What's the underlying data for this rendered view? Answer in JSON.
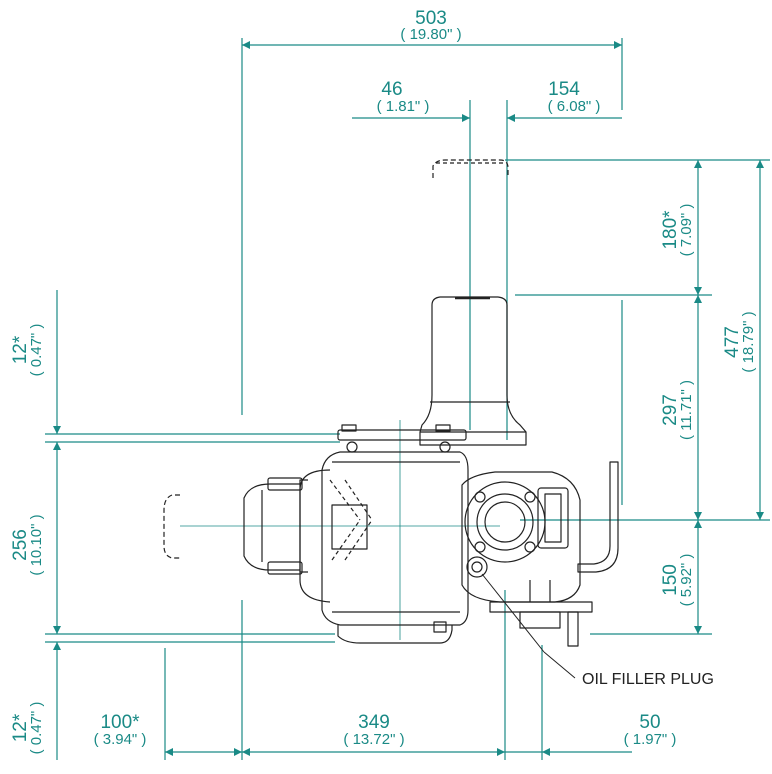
{
  "colors": {
    "dimension": "#1a8a86",
    "outline": "#222222",
    "background": "#ffffff"
  },
  "dimensions": {
    "overall_width": {
      "value": "503",
      "inch": "( 19.80\" )"
    },
    "offset_left": {
      "value": "46",
      "inch": "( 1.81\" )"
    },
    "offset_right": {
      "value": "154",
      "inch": "( 6.08\" )"
    },
    "removal_top": {
      "value": "180*",
      "inch": "( 7.09\" )"
    },
    "height_center": {
      "value": "297",
      "inch": "( 11.71\" )"
    },
    "overall_height": {
      "value": "477",
      "inch": "( 18.79\" )"
    },
    "lower_height": {
      "value": "150",
      "inch": "( 5.92\" )"
    },
    "body_height": {
      "value": "256",
      "inch": "( 10.10\" )"
    },
    "clear_top": {
      "value": "12*",
      "inch": "( 0.47\" )"
    },
    "clear_bottom": {
      "value": "12*",
      "inch": "( 0.47\" )"
    },
    "removal_left": {
      "value": "100*",
      "inch": "( 3.94\" )"
    },
    "body_width": {
      "value": "349",
      "inch": "( 13.72\" )"
    },
    "handle_offset": {
      "value": "50",
      "inch": "( 1.97\" )"
    }
  },
  "labels": {
    "oil_filler_plug": "OIL FILLER PLUG"
  }
}
